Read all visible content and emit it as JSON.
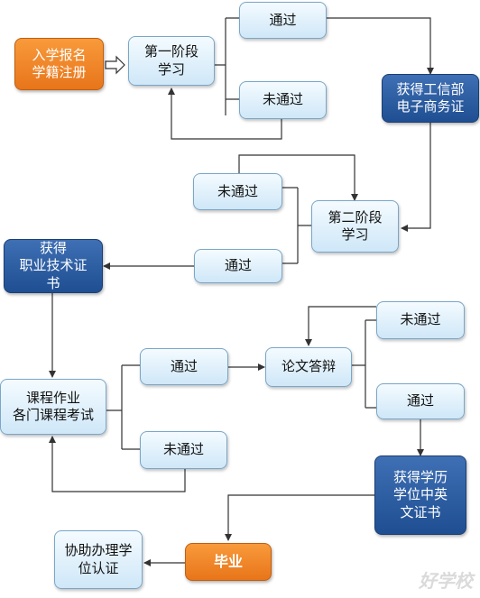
{
  "nodes": {
    "enroll": "入学报名\n学籍注册",
    "stage1": "第一阶段\n学习",
    "pass1": "通过",
    "fail1": "未通过",
    "miit_cert": "获得工信部\n电子商务证",
    "fail2": "未通过",
    "stage2": "第二阶段\n学习",
    "pass2": "通过",
    "vocational_cert": "获得\n职业技术证\n书",
    "coursework": "课程作业\n各门课程考试",
    "pass3": "通过",
    "fail3": "未通过",
    "thesis": "论文答辩",
    "fail4": "未通过",
    "pass4": "通过",
    "degree_cert": "获得学历\n学位中英\n文证书",
    "assist": "协助办理学\n位认证",
    "graduate": "毕业"
  },
  "watermark": "好学校",
  "colors": {
    "light": "#d6ebf9",
    "dark": "#2a5a9e",
    "orange": "#f0842a",
    "line": "#333333"
  }
}
